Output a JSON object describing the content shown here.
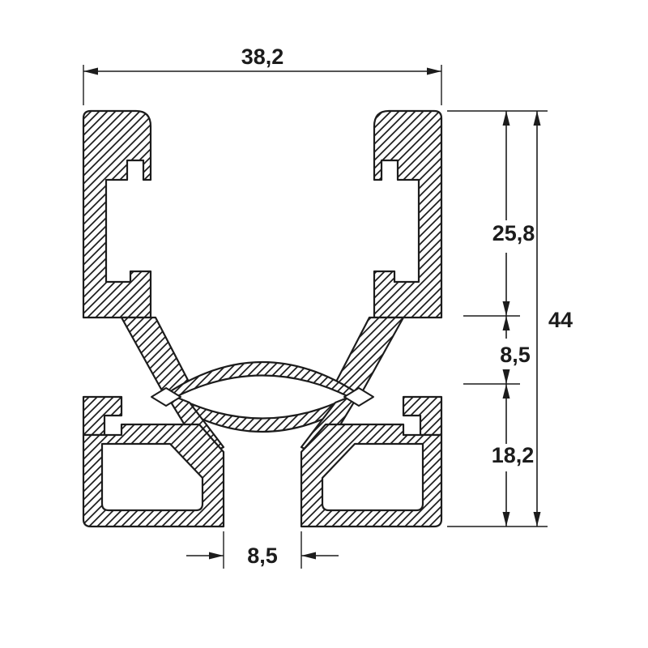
{
  "drawing": {
    "kind": "profile-cross-section",
    "colors": {
      "line": "#1c1c1c",
      "background": "#ffffff"
    },
    "dimensions": {
      "overall_width": "38,2",
      "upper_height": "25,8",
      "total_height": "44",
      "lens_height": "8,5",
      "lower_height": "18,2",
      "slot_width": "8,5"
    }
  }
}
